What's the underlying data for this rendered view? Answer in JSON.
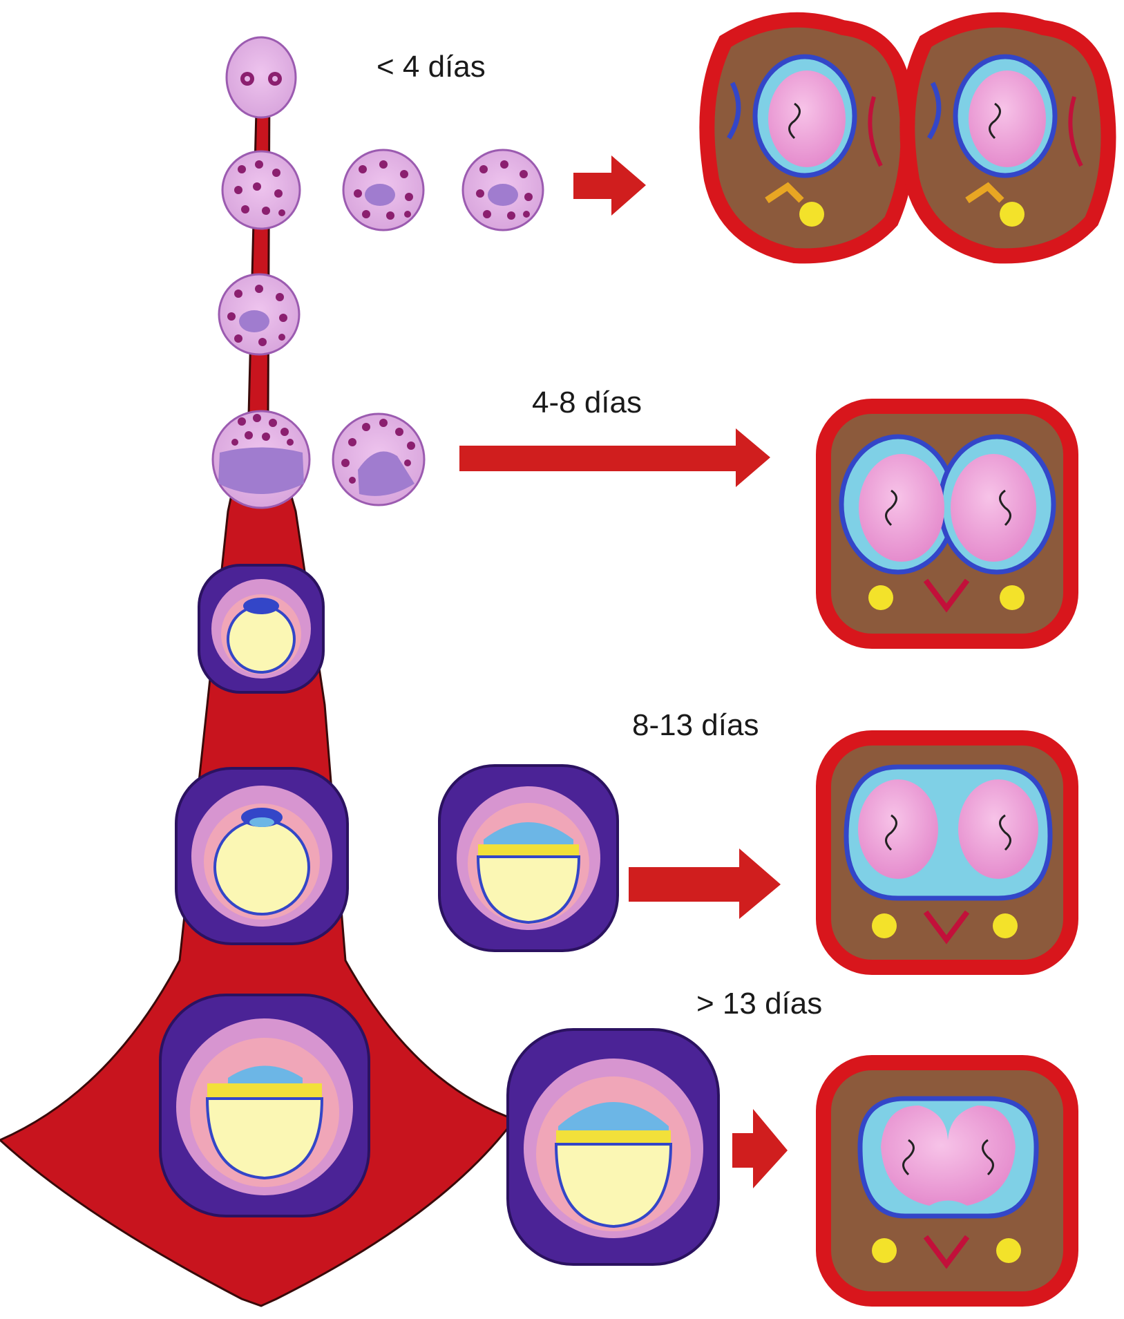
{
  "labels": {
    "lt4": "< 4 días",
    "d4_8": "4-8 días",
    "d8_13": "8-13 días",
    "gt13": "> 13 días"
  },
  "colors": {
    "trunk": "#c8141e",
    "arrow": "#d01e1e",
    "cell_fill": "#e4b3e6",
    "cell_dot": "#8b1f6f",
    "cell_mass": "#a07ccf",
    "blast_outer": "#4b2396",
    "blast_ring": "#d795d0",
    "yolk": "#fbf7b4",
    "amnion": "#6cb6e6",
    "disc": "#f2e03a",
    "placenta_rim": "#d8161c",
    "decidua": "#8c5a3c",
    "embryo": "#ec9fd7",
    "vessel_blue": "#3346c8",
    "amnio_fluid": "#7fd0e6",
    "yolk_sac": "#f3e22a"
  }
}
